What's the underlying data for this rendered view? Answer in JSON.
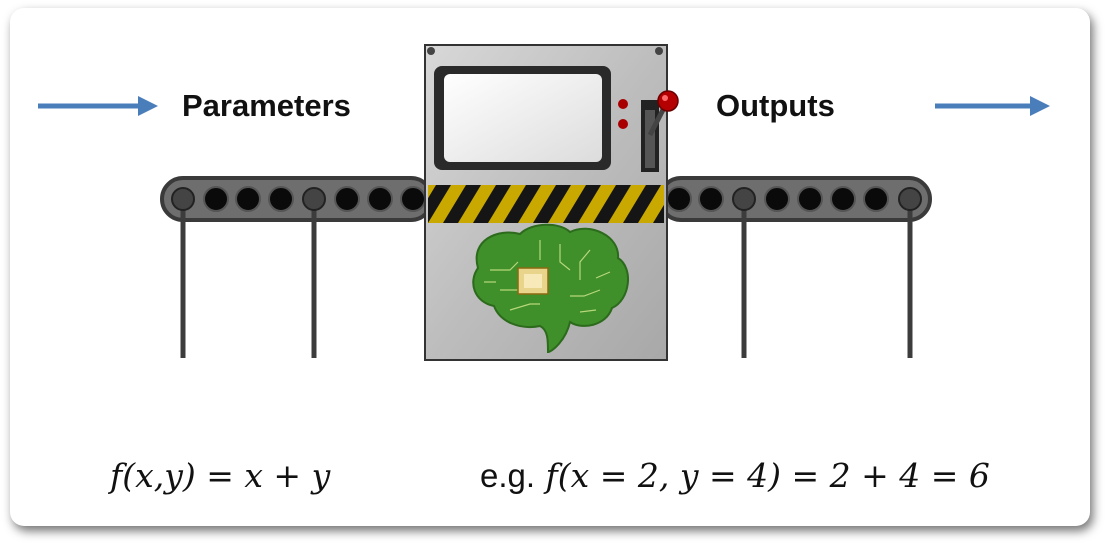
{
  "labels": {
    "input": "Parameters",
    "output": "Outputs"
  },
  "formulas": {
    "definition": "f(x,y) = x + y",
    "example_prefix": "e.g.",
    "example": "f(x = 2, y = 4) = 2 + 4 = 6"
  },
  "colors": {
    "arrow": "#4a7ebb",
    "belt": "#4a4a4a",
    "roller": "#0a0a0a",
    "machine_body": "#c8c8c8",
    "hazard_yellow": "#c9a800",
    "hazard_black": "#151515",
    "lever_knob": "#b40000",
    "circuit_green": "#3f8f2a"
  },
  "icons": {
    "arrow_in": "right-arrow-icon",
    "arrow_out": "right-arrow-icon",
    "brain": "circuit-brain-icon"
  }
}
